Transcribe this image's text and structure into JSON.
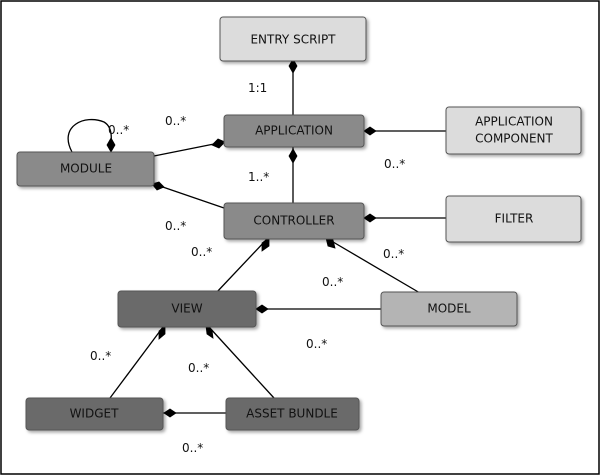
{
  "nodes": {
    "entry_script": {
      "label": "ENTRY SCRIPT",
      "fill": "#dcdcdc"
    },
    "application": {
      "label": "APPLICATION",
      "fill": "#8a8a8a"
    },
    "application_component": {
      "label1": "APPLICATION",
      "label2": "COMPONENT",
      "fill": "#dcdcdc"
    },
    "module": {
      "label": "MODULE",
      "fill": "#8a8a8a"
    },
    "controller": {
      "label": "CONTROLLER",
      "fill": "#8a8a8a"
    },
    "filter": {
      "label": "FILTER",
      "fill": "#dcdcdc"
    },
    "view": {
      "label": "VIEW",
      "fill": "#6b6b6b"
    },
    "model": {
      "label": "MODEL",
      "fill": "#b4b4b4"
    },
    "widget": {
      "label": "WIDGET",
      "fill": "#6b6b6b"
    },
    "asset_bundle": {
      "label": "ASSET BUNDLE",
      "fill": "#6b6b6b"
    }
  },
  "multiplicities": {
    "entry_application": "1:1",
    "module_self": "0..*",
    "module_application": "0..*",
    "application_component": "0..*",
    "application_controller": "1..*",
    "module_controller": "0..*",
    "controller_view": "0..*",
    "controller_model_a": "0..*",
    "controller_model_b": "0..*",
    "view_model": "0..*",
    "view_widget": "0..*",
    "view_asset": "0..*",
    "widget_asset": "0..*"
  }
}
